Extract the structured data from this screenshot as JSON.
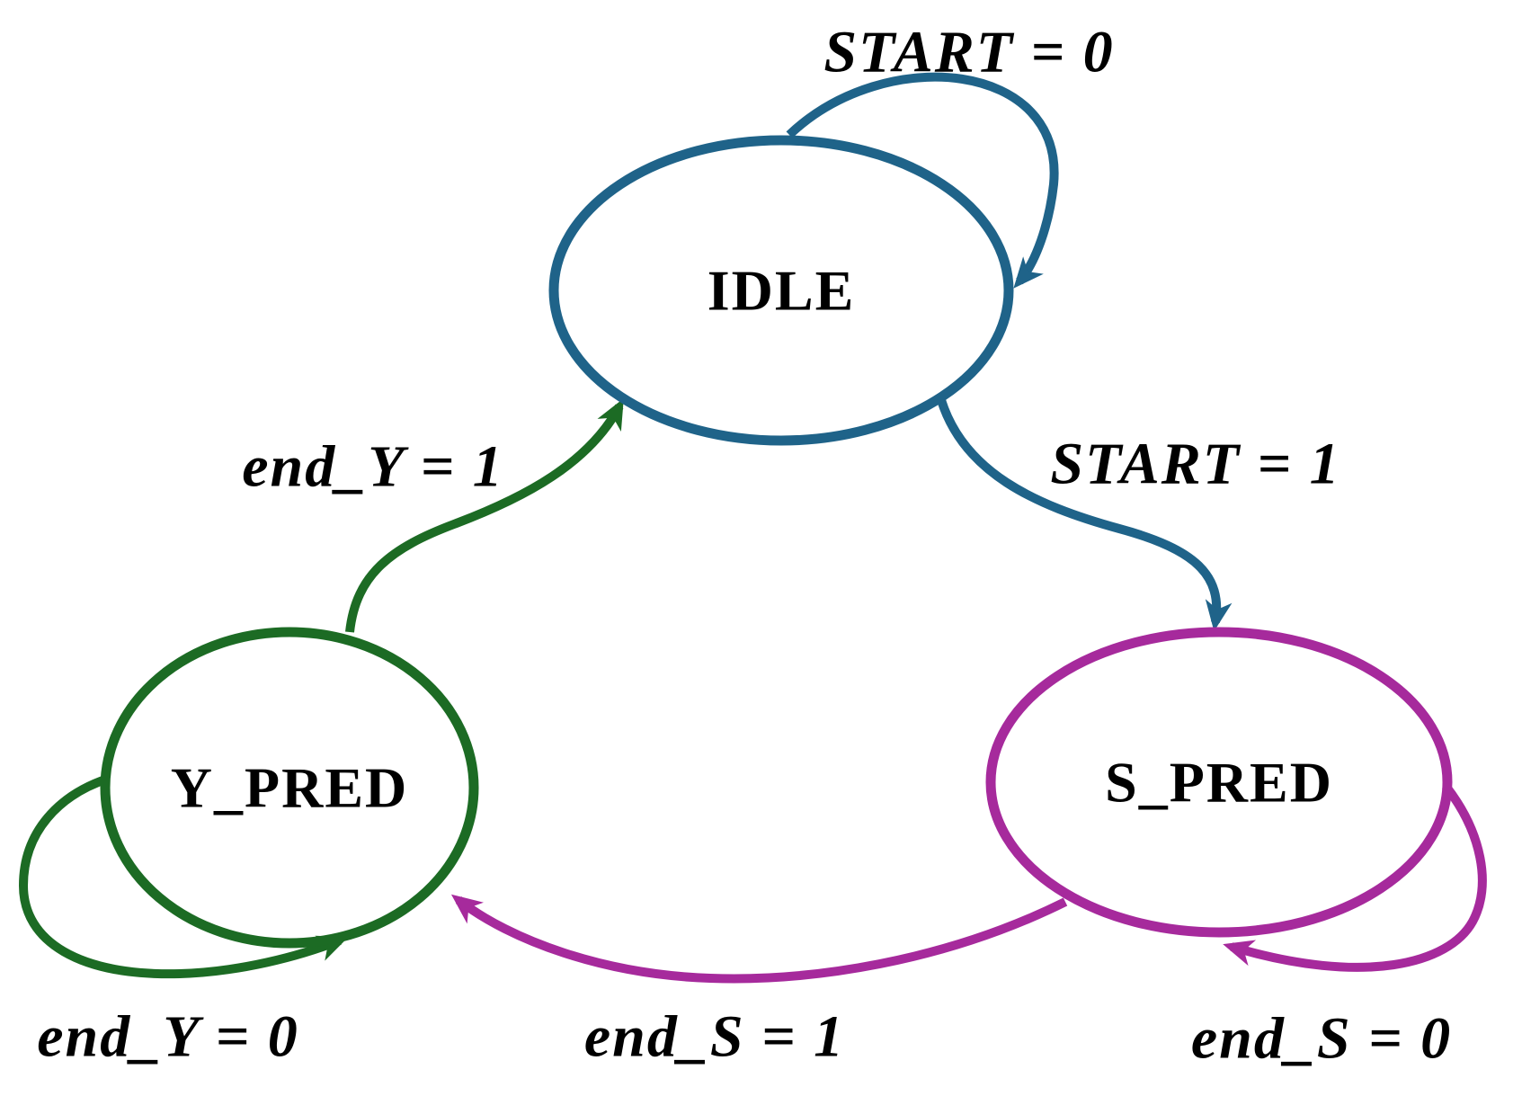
{
  "diagram": {
    "kind": "finite-state-machine",
    "background_color": "#ffffff",
    "label_text_color": "#000000",
    "states": [
      {
        "id": "idle",
        "label": "IDLE",
        "color": "#1f6389"
      },
      {
        "id": "y_pred",
        "label": "Y_PRED",
        "color": "#1c6b24"
      },
      {
        "id": "s_pred",
        "label": "S_PRED",
        "color": "#a62a9c"
      }
    ],
    "transitions": [
      {
        "id": "idle-self",
        "label": "START = 0",
        "from": "idle",
        "to": "idle",
        "color": "#1f6389"
      },
      {
        "id": "idle-to-s_pred",
        "label": "START = 1",
        "from": "idle",
        "to": "s_pred",
        "color": "#1f6389"
      },
      {
        "id": "y_pred-to-idle",
        "label": "end_Y = 1",
        "from": "y_pred",
        "to": "idle",
        "color": "#1c6b24"
      },
      {
        "id": "y_pred-self",
        "label": "end_Y = 0",
        "from": "y_pred",
        "to": "y_pred",
        "color": "#1c6b24"
      },
      {
        "id": "s_pred-to-y_pred",
        "label": "end_S = 1",
        "from": "s_pred",
        "to": "y_pred",
        "color": "#a62a9c"
      },
      {
        "id": "s_pred-self",
        "label": "end_S = 0",
        "from": "s_pred",
        "to": "s_pred",
        "color": "#a62a9c"
      }
    ]
  }
}
